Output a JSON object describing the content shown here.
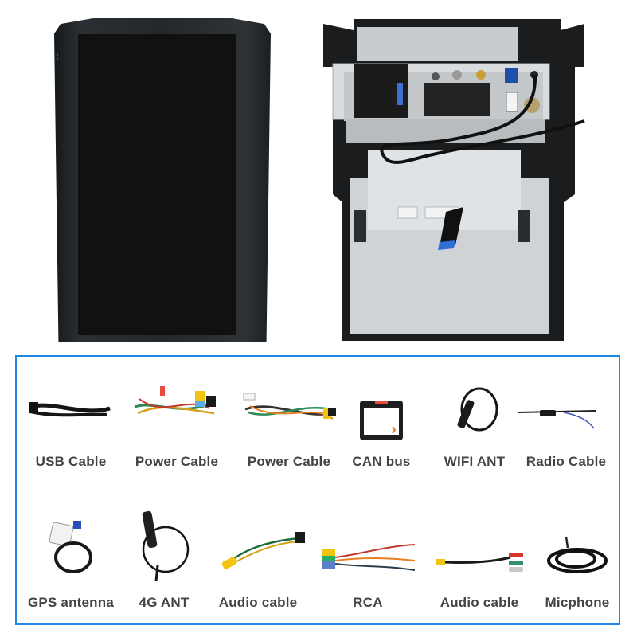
{
  "product": {
    "front_view": {
      "description": "vertical tesla-style head unit front",
      "bezel_color": "#262b2e",
      "screen_color": "#111111"
    },
    "back_view": {
      "description": "rear of head unit with connectors and mounting bracket"
    }
  },
  "accessories": {
    "border_color": "#1e88e5",
    "label_color": "#444444",
    "row1": [
      {
        "label": "USB Cable",
        "icon": "usb-cable-image"
      },
      {
        "label": "Power Cable",
        "icon": "power-cable-image"
      },
      {
        "label": "Power Cable",
        "icon": "power-cable-image"
      },
      {
        "label": "CAN bus",
        "icon": "canbus-box-image"
      },
      {
        "label": "WIFI ANT",
        "icon": "wifi-antenna-image"
      },
      {
        "label": "Radio Cable",
        "icon": "radio-cable-image"
      }
    ],
    "row2": [
      {
        "label": "GPS antenna",
        "icon": "gps-antenna-image"
      },
      {
        "label": "4G ANT",
        "icon": "4g-antenna-image"
      },
      {
        "label": "Audio cable",
        "icon": "audio-cable-image"
      },
      {
        "label": "RCA",
        "icon": "rca-cable-image"
      },
      {
        "label": "Audio cable",
        "icon": "audio-cable-image"
      },
      {
        "label": "Micphone",
        "icon": "microphone-image"
      }
    ]
  }
}
